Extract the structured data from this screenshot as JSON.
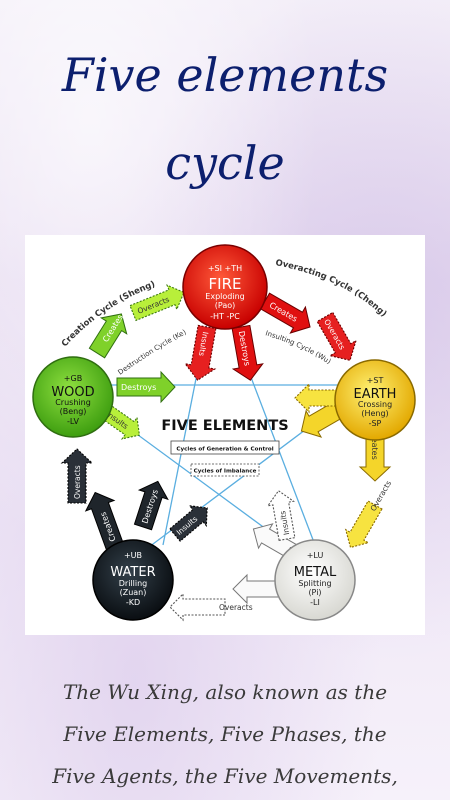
{
  "title": {
    "line1": "Five elements",
    "line2": "cycle"
  },
  "diagram": {
    "center_title": "FIVE ELEMENTS",
    "legend_generation": "Cycles of Generation & Control",
    "legend_imbalance": "Cycles of Imbalance",
    "cycle_labels": {
      "creation": "Creation Cycle (Sheng)",
      "overacting": "Overacting Cycle (Cheng)",
      "destruction": "Destruction Cycle (Ke)",
      "insulting": "Insulting Cycle (Wu)"
    },
    "arrow_labels": {
      "overacts": "Overacts",
      "creates": "Creates",
      "destroys": "Destroys",
      "insults": "Insults"
    },
    "nodes": {
      "fire": {
        "top": "+SI   +TH",
        "name": "FIRE",
        "method": "Exploding",
        "pinyin": "(Pao)",
        "bottom": "-HT   -PC",
        "color": "#e01010"
      },
      "earth": {
        "top": "+ST",
        "name": "EARTH",
        "method": "Crossing",
        "pinyin": "(Heng)",
        "bottom": "-SP",
        "color": "#f2c200"
      },
      "metal": {
        "top": "+LU",
        "name": "METAL",
        "method": "Splitting",
        "pinyin": "(Pi)",
        "bottom": "-LI",
        "color": "#f5f5ef"
      },
      "water": {
        "top": "+UB",
        "name": "WATER",
        "method": "Drilling",
        "pinyin": "(Zuan)",
        "bottom": "-KD",
        "color": "#151c22"
      },
      "wood": {
        "top": "+GB",
        "name": "WOOD",
        "method": "Crushing",
        "pinyin": "(Beng)",
        "bottom": "-LV",
        "color": "#56c01a"
      }
    }
  },
  "description": {
    "line1": "The Wu Xing, also known as the",
    "line2": "Five Elements, Five Phases, the",
    "line3": "Five Agents, the Five Movements,"
  }
}
